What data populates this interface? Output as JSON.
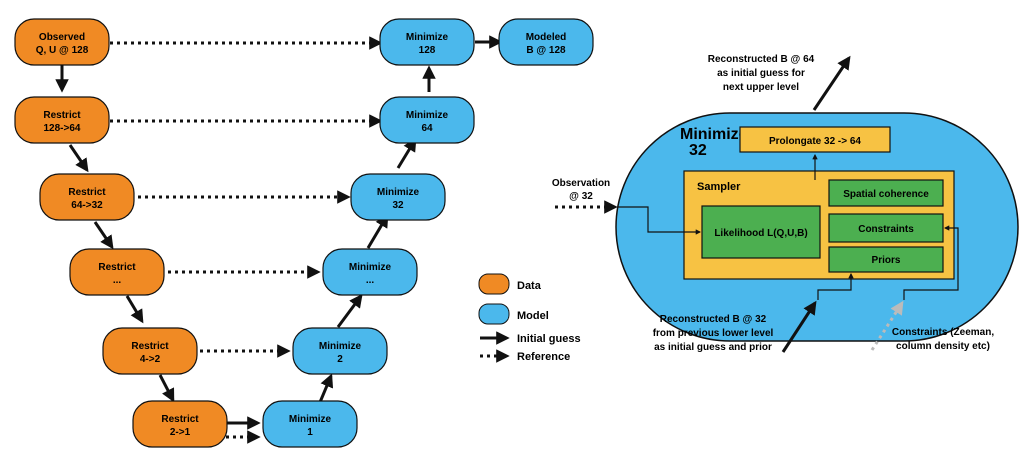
{
  "colors": {
    "data": "#f08a24",
    "model": "#4bb8ec",
    "sampler": "#f7c243",
    "green": "#4caf50",
    "outline": "#111111",
    "ghost_arrow": "#bbbbbb"
  },
  "vcycle": {
    "data_nodes": [
      {
        "line1": "Observed",
        "line2": "Q, U @ 128"
      },
      {
        "line1": "Restrict",
        "line2": "128->64"
      },
      {
        "line1": "Restrict",
        "line2": "64->32"
      },
      {
        "line1": "Restrict",
        "line2": "..."
      },
      {
        "line1": "Restrict",
        "line2": "4->2"
      },
      {
        "line1": "Restrict",
        "line2": "2->1"
      }
    ],
    "model_nodes": [
      {
        "line1": "Minimize",
        "line2": "1"
      },
      {
        "line1": "Minimize",
        "line2": "2"
      },
      {
        "line1": "Minimize",
        "line2": "..."
      },
      {
        "line1": "Minimize",
        "line2": "32"
      },
      {
        "line1": "Minimize",
        "line2": "64"
      },
      {
        "line1": "Minimize",
        "line2": "128"
      }
    ],
    "output_node": {
      "line1": "Modeled",
      "line2": "B @ 128"
    }
  },
  "legend": {
    "data": "Data",
    "model": "Model",
    "initial_guess": "Initial guess",
    "reference": "Reference"
  },
  "detail": {
    "title_line1": "Minimize",
    "title_line2": "32",
    "prolongate": "Prolongate 32 -> 64",
    "sampler": "Sampler",
    "likelihood": "Likelihood L(Q,U,B)",
    "spatial": "Spatial coherence",
    "constraints": "Constraints",
    "priors": "Priors",
    "top_note": [
      "Reconstructed B @ 64",
      "as initial guess for",
      "next upper level"
    ],
    "observation": [
      "Observation",
      "@ 32"
    ],
    "bottom_note": [
      "Reconstructed B @ 32",
      "from previous lower level",
      "as initial guess and prior"
    ],
    "constraints_note": [
      "Constraints (Zeeman,",
      "column density etc)"
    ]
  }
}
